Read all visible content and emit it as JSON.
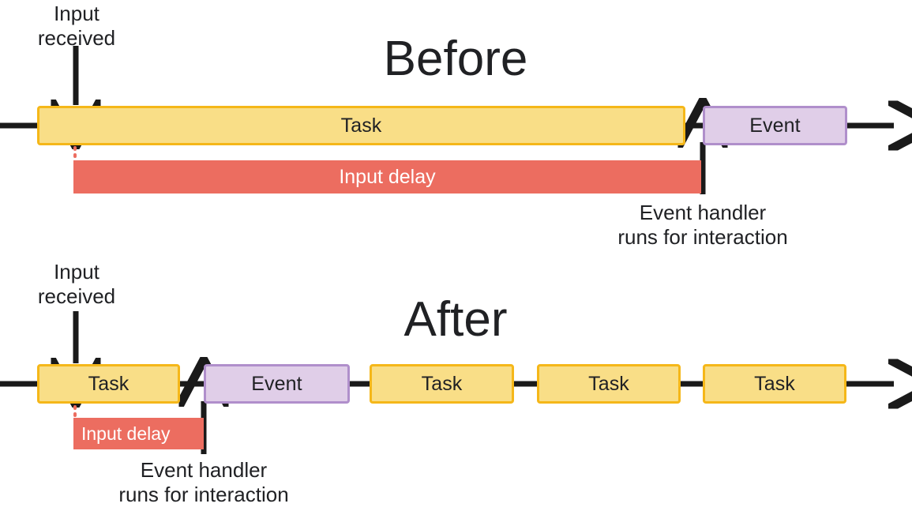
{
  "diagram": {
    "background": "#ffffff",
    "colors": {
      "task_fill": "#F9DE87",
      "task_border": "#F5B719",
      "event_fill": "#E0CEE8",
      "event_border": "#B08FCB",
      "input_delay": "#EC6D60",
      "line": "#1A1A1A",
      "text": "#202124",
      "dotted_marker": "#EC6D60"
    },
    "sections": [
      {
        "id": "before",
        "title": "Before",
        "annotations": {
          "input_received": "Input\nreceived",
          "event_handler": "Event handler\nruns for interaction"
        },
        "delay_bar_label": "Input delay",
        "blocks": [
          {
            "type": "task",
            "label": "Task"
          },
          {
            "type": "event",
            "label": "Event"
          }
        ]
      },
      {
        "id": "after",
        "title": "After",
        "annotations": {
          "input_received": "Input\nreceived",
          "event_handler": "Event handler\nruns for interaction"
        },
        "delay_bar_label": "Input delay",
        "blocks": [
          {
            "type": "task",
            "label": "Task"
          },
          {
            "type": "event",
            "label": "Event"
          },
          {
            "type": "task",
            "label": "Task"
          },
          {
            "type": "task",
            "label": "Task"
          },
          {
            "type": "task",
            "label": "Task"
          }
        ]
      }
    ]
  }
}
